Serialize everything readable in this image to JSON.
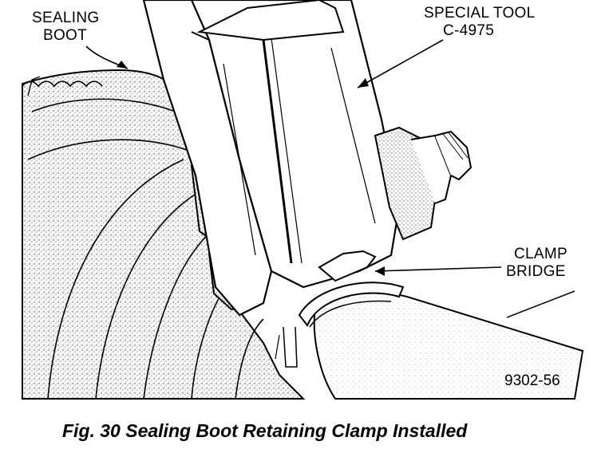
{
  "labels": {
    "sealing_boot": [
      "SEALING",
      "BOOT"
    ],
    "special_tool": [
      "SPECIAL TOOL",
      "C-4975"
    ],
    "clamp_bridge": [
      "CLAMP",
      "BRIDGE"
    ]
  },
  "figure_number": "9302-56",
  "caption": "Fig. 30 Sealing Boot Retaining Clamp Installed",
  "colors": {
    "ink": "#000000",
    "paper": "#ffffff",
    "stipple": "#9a9a9a"
  }
}
